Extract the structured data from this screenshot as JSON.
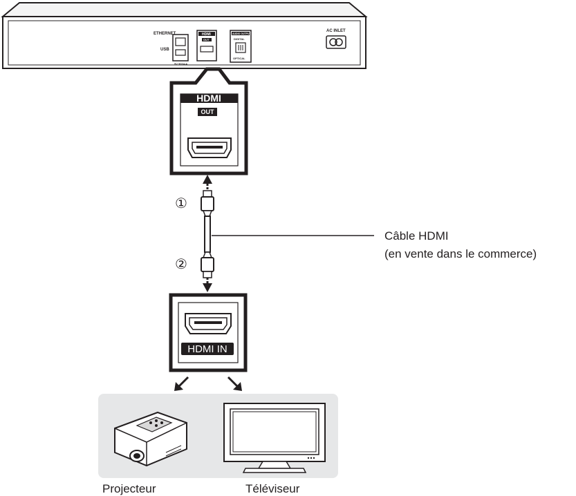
{
  "player": {
    "ethernet_label": "ETHERNET",
    "usb_label": "USB",
    "usb_power_label": "5V 500mA",
    "hdmi_label": "HDMI",
    "hdmi_out_small": "OUT",
    "audio_output_label": "AUDIO OUTPUT",
    "digital_label": "DIGITAL",
    "optical_label": "OPTICAL",
    "ac_inlet_label": "AC INLET"
  },
  "zoom_out": {
    "hdmi_label": "HDMI",
    "out_label": "OUT"
  },
  "cable": {
    "step_1": "①",
    "step_2": "②",
    "label_line1": "Câble HDMI",
    "label_line2": "(en vente dans le commerce)"
  },
  "zoom_in": {
    "hdmi_in_label": "HDMI IN"
  },
  "devices": {
    "projector_label": "Projecteur",
    "tv_label": "Téléviseur"
  }
}
